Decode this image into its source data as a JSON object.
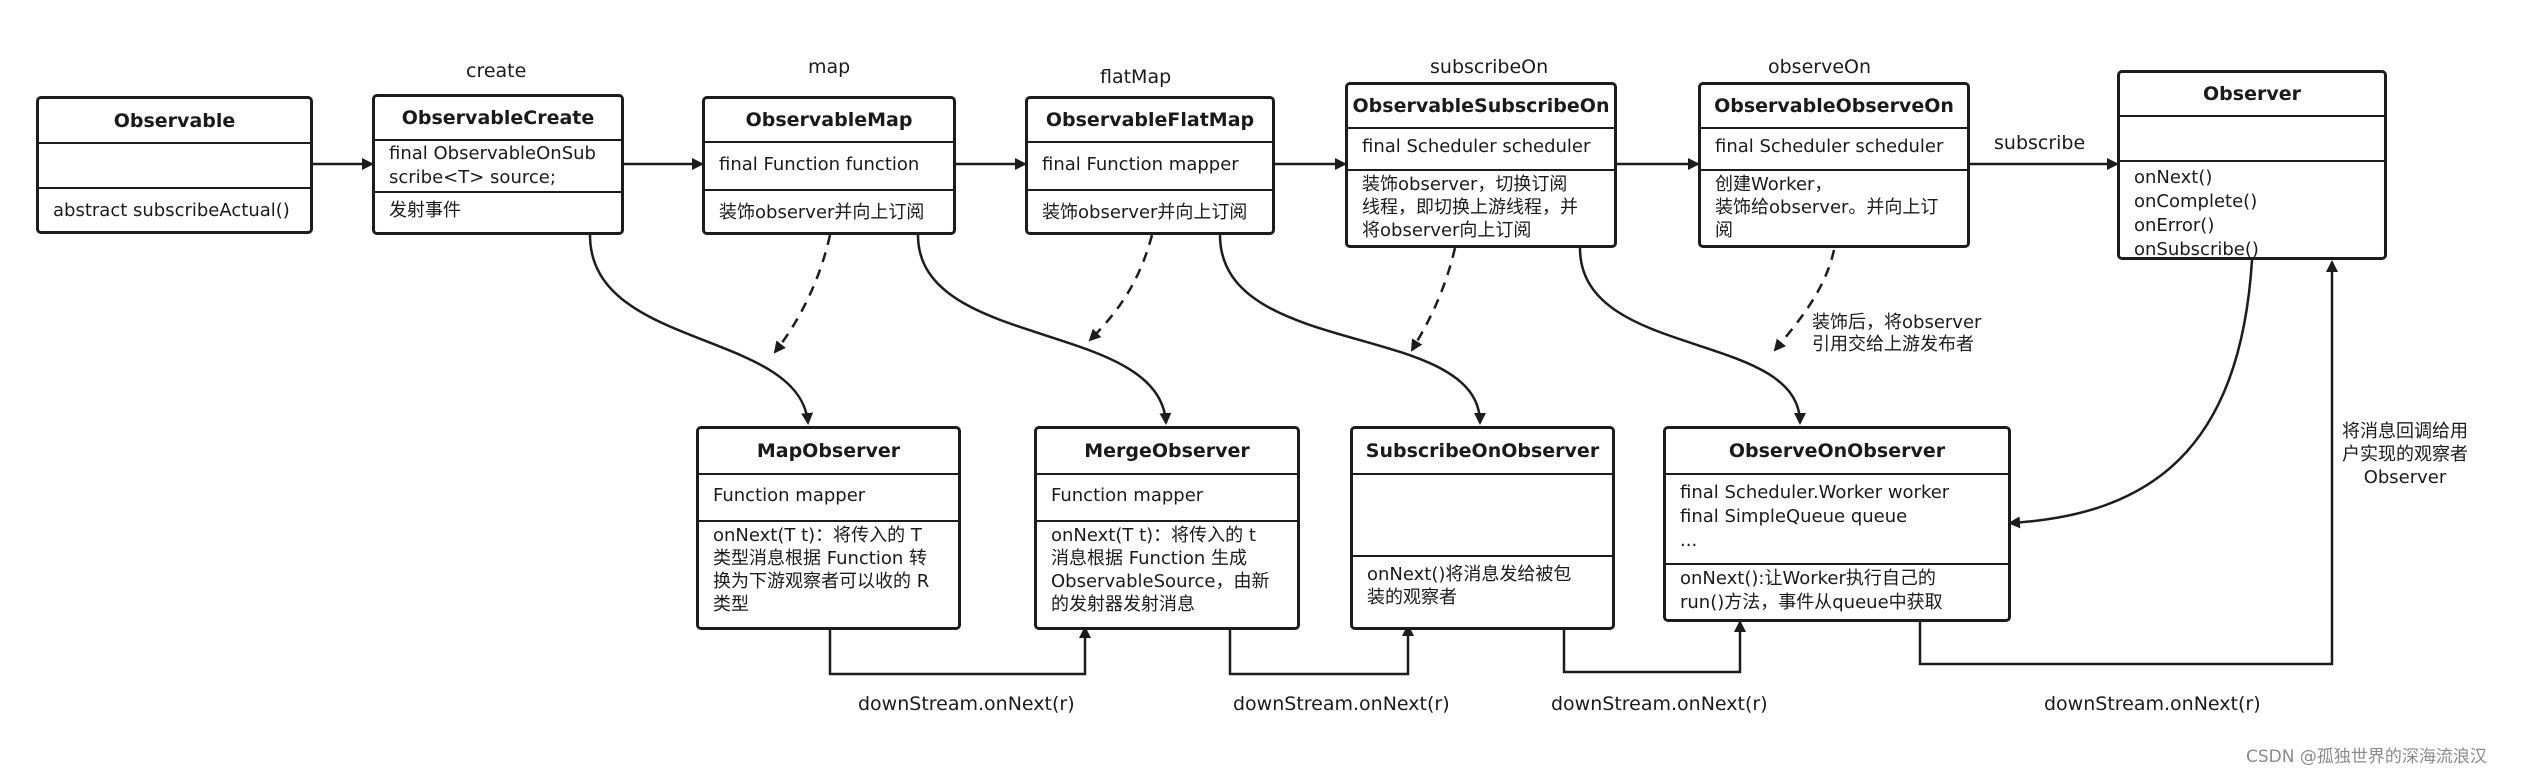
{
  "top_labels": {
    "create": "create",
    "map": "map",
    "flatmap": "flatMap",
    "subscribeon": "subscribeOn",
    "observeon": "observeOn",
    "subscribe": "subscribe"
  },
  "boxes": {
    "observable": {
      "title": "Observable",
      "fields": "",
      "methods": "abstract subscribeActual()"
    },
    "observable_create": {
      "title": "ObservableCreate",
      "fields": "final ObservableOnSub\nscribe<T> source;",
      "methods": "发射事件"
    },
    "observable_map": {
      "title": "ObservableMap",
      "fields": "final Function function",
      "methods": "装饰observer并向上订阅"
    },
    "observable_flatmap": {
      "title": "ObservableFlatMap",
      "fields": "final Function mapper",
      "methods": "装饰observer并向上订阅"
    },
    "observable_subscribeon": {
      "title": "ObservableSubscribeOn",
      "fields": "final Scheduler scheduler",
      "methods": "装饰observer，切换订阅\n线程，即切换上游线程，并\n将observer向上订阅"
    },
    "observable_observeon": {
      "title": "ObservableObserveOn",
      "fields": "final Scheduler scheduler",
      "methods": "创建Worker，\n装饰给observer。并向上订\n阅"
    },
    "observer": {
      "title": "Observer",
      "fields": "",
      "methods": "onNext()\nonComplete()\nonError()\nonSubscribe()"
    },
    "map_observer": {
      "title": "MapObserver",
      "fields": "Function mapper",
      "methods": "onNext(T t)：将传入的 T\n类型消息根据 Function 转\n换为下游观察者可以收的 R\n类型"
    },
    "merge_observer": {
      "title": "MergeObserver",
      "fields": "Function mapper",
      "methods": "onNext(T t)：将传入的 t\n消息根据 Function 生成\nObservableSource，由新\n的发射器发射消息"
    },
    "subscribeon_observer": {
      "title": "SubscribeOnObserver",
      "fields": "",
      "methods": "onNext()将消息发给被包\n装的观察者"
    },
    "observeon_observer": {
      "title": "ObserveOnObserver",
      "fields": "final Scheduler.Worker worker\nfinal SimpleQueue queue\n...",
      "methods": "onNext():让Worker执行自己的\nrun()方法，事件从queue中获取"
    }
  },
  "annotations": {
    "decorate_after": "装饰后，将observer\n引用交给上游发布者",
    "callback_to_user": "将消息回调给用\n户实现的观察者\nObserver"
  },
  "downstream_labels": {
    "d1": "downStream.onNext(r)",
    "d2": "downStream.onNext(r)",
    "d3": "downStream.onNext(r)",
    "d4": "downStream.onNext(r)"
  },
  "watermark": "CSDN @孤独世界的深海流浪汉"
}
